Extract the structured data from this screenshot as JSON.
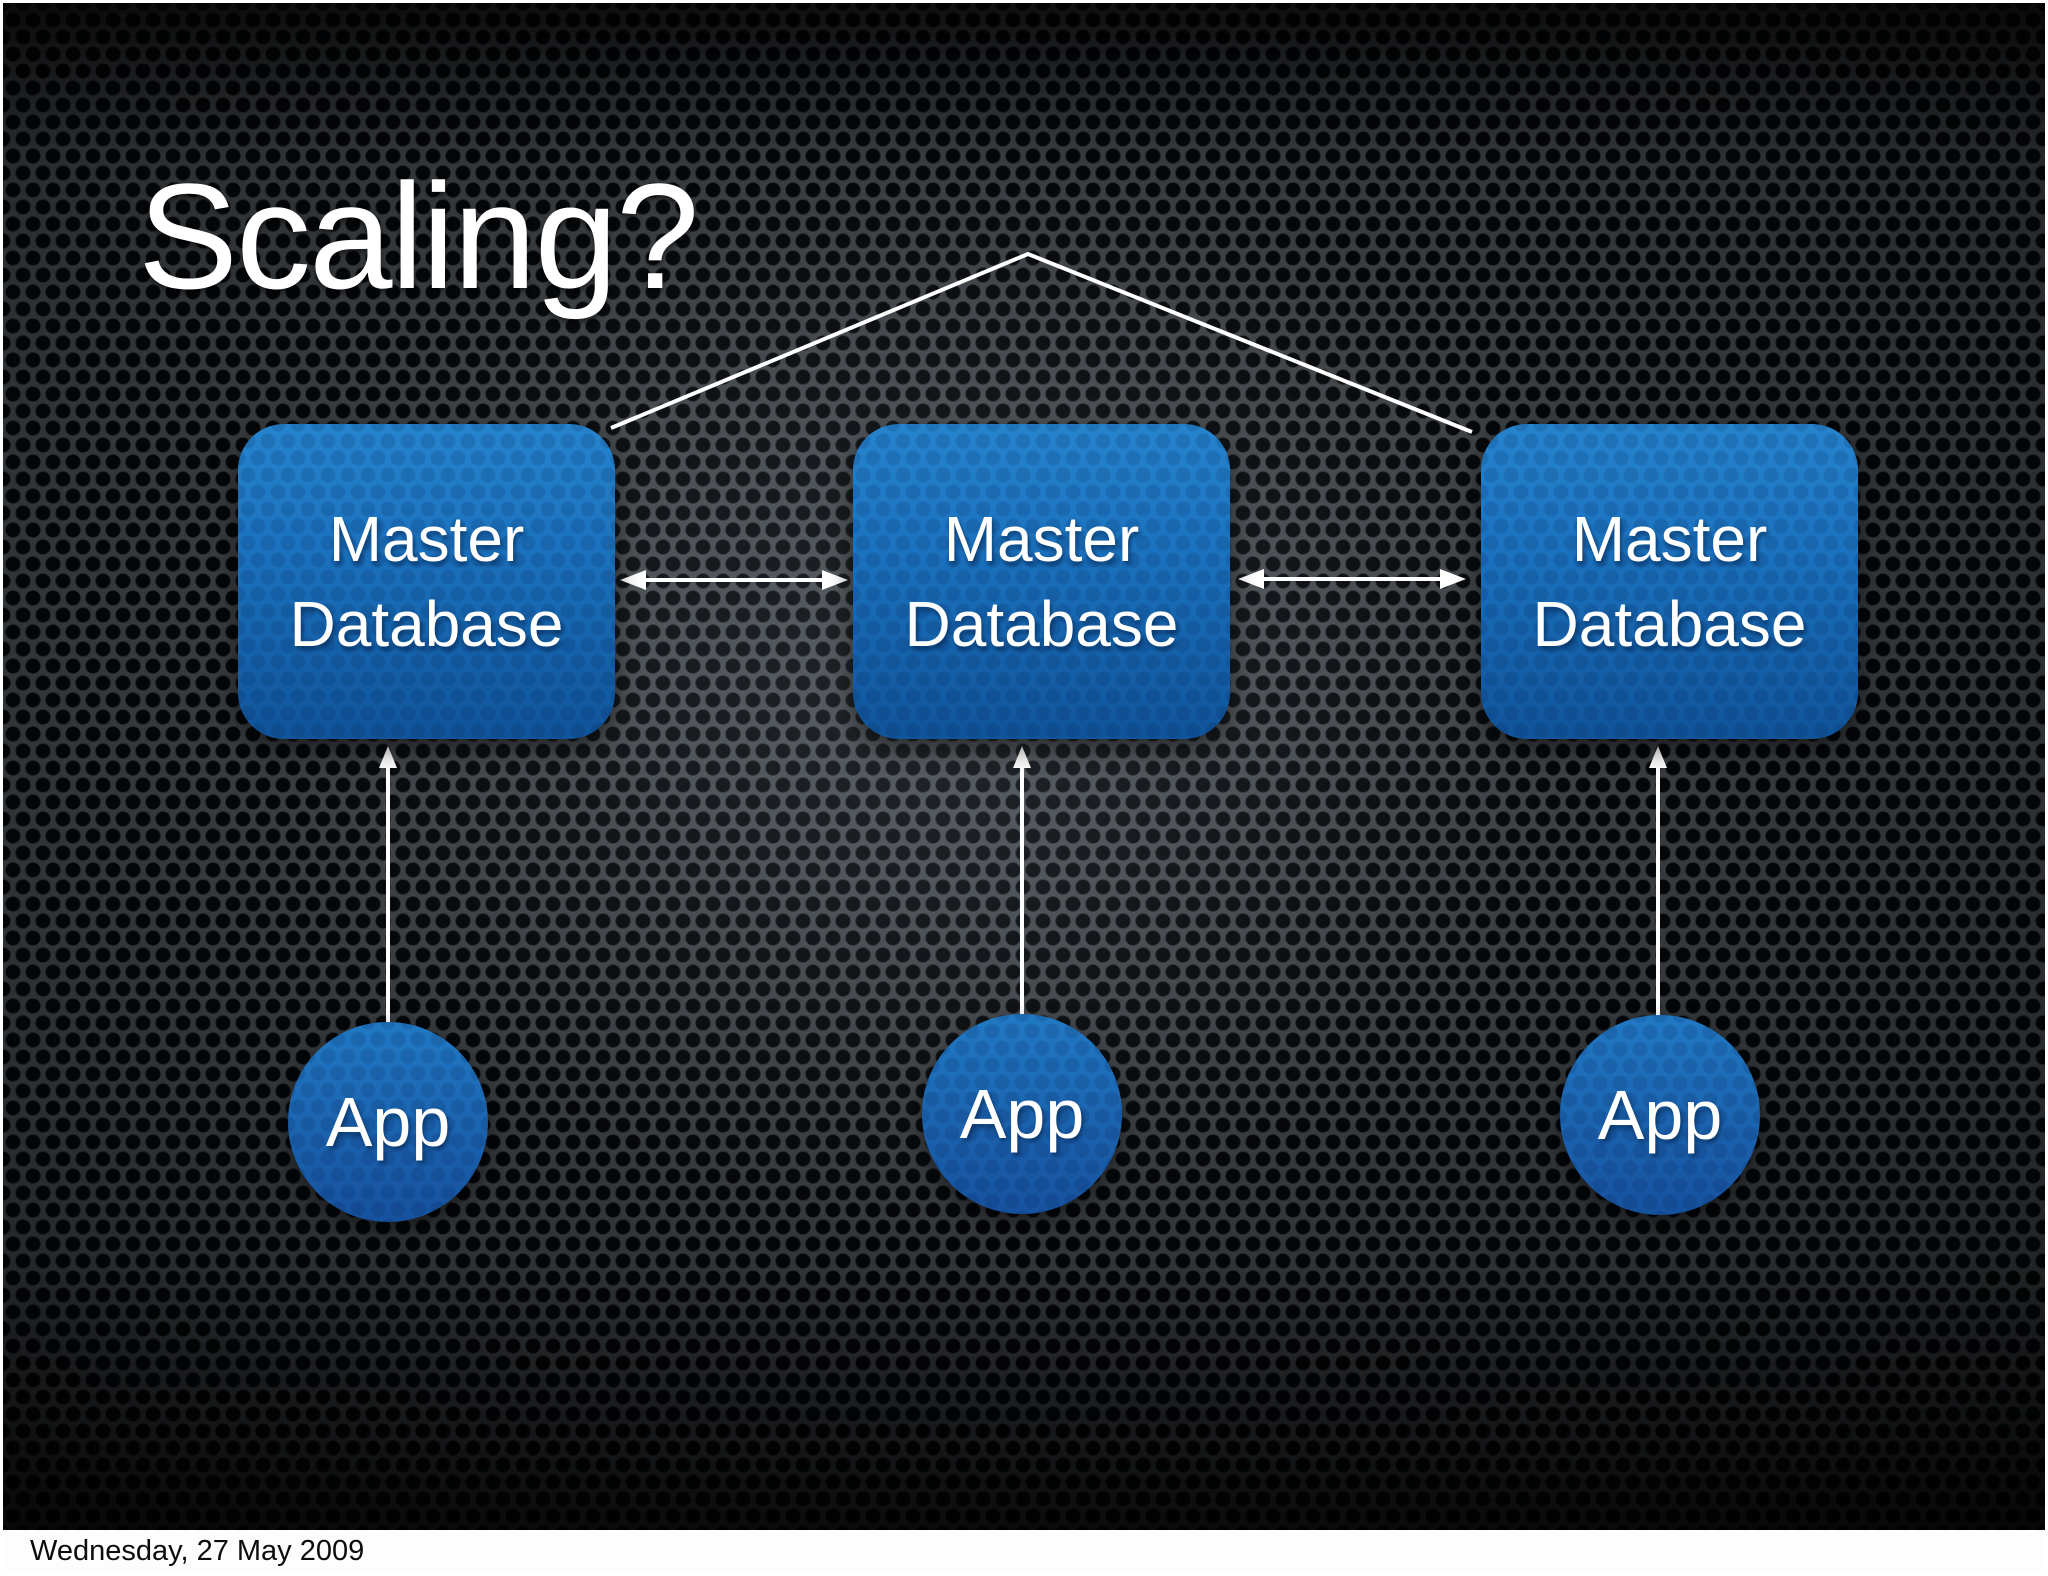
{
  "slide": {
    "title": "Scaling?",
    "footer": "Wednesday, 27 May 2009"
  },
  "diagram": {
    "databases": [
      {
        "label": "Master Database"
      },
      {
        "label": "Master Database"
      },
      {
        "label": "Master Database"
      }
    ],
    "apps": [
      {
        "label": "App"
      },
      {
        "label": "App"
      },
      {
        "label": "App"
      }
    ]
  },
  "colors": {
    "node_gradient_top": "#2684cd",
    "node_gradient_bottom": "#10549a",
    "connector": "#ffffff",
    "background_metal": "#45494d",
    "footer_bg": "#fdfdfd",
    "footer_text": "#0c0c0c",
    "title_text": "#ffffff"
  }
}
